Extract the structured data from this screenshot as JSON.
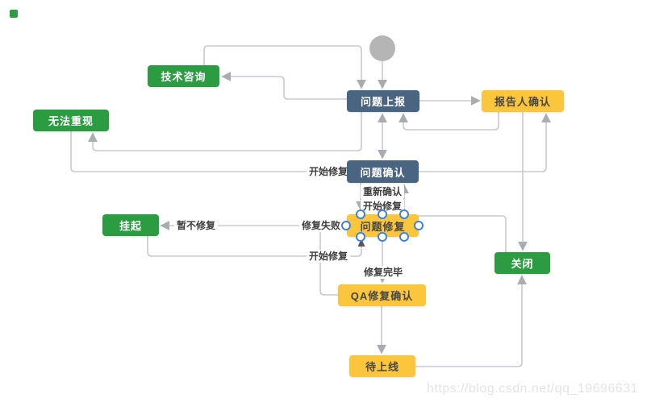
{
  "diagram": {
    "nodes": {
      "start": {
        "shape": "circle",
        "label": ""
      },
      "tech_consult": {
        "label": "技术咨询",
        "color": "green"
      },
      "issue_report": {
        "label": "问题上报",
        "color": "slate"
      },
      "reporter_confirm": {
        "label": "报告人确认",
        "color": "yellow"
      },
      "cannot_reproduce": {
        "label": "无法重现",
        "color": "green"
      },
      "issue_confirm": {
        "label": "问题确认",
        "color": "slate"
      },
      "suspend": {
        "label": "挂起",
        "color": "green"
      },
      "issue_fix": {
        "label": "问题修复",
        "color": "yellow"
      },
      "close": {
        "label": "关闭",
        "color": "green"
      },
      "qa_fix_confirm": {
        "label": "QA修复确认",
        "color": "yellow"
      },
      "pending_release": {
        "label": "待上线",
        "color": "yellow"
      }
    },
    "edge_labels": {
      "start_fix_left": "开始修复",
      "reconfirm": "重新确认",
      "start_fix_mid": "开始修复",
      "fix_failed": "修复失败",
      "no_fix_for_now": "暂不修复",
      "start_fix_bottom": "开始修复",
      "fix_complete": "修复完毕"
    },
    "edges": [
      {
        "from": "start",
        "to": "问题上报",
        "label": ""
      },
      {
        "from": "技术咨询",
        "to": "问题上报",
        "label": ""
      },
      {
        "from": "问题上报",
        "to": "技术咨询",
        "label": ""
      },
      {
        "from": "问题上报",
        "to": "报告人确认",
        "label": ""
      },
      {
        "from": "问题上报",
        "to": "无法重现",
        "label": ""
      },
      {
        "from": "无法重现",
        "to": "问题确认",
        "label": "开始修复"
      },
      {
        "from": "问题上报",
        "to": "问题确认",
        "label": ""
      },
      {
        "from": "问题确认",
        "to": "问题上报",
        "label": ""
      },
      {
        "from": "报告人确认",
        "to": "问题上报",
        "label": ""
      },
      {
        "from": "报告人确认",
        "to": "关闭",
        "label": ""
      },
      {
        "from": "问题确认",
        "to": "报告人确认",
        "label": ""
      },
      {
        "from": "问题确认",
        "to": "问题修复",
        "label": "开始修复"
      },
      {
        "from": "问题修复",
        "to": "问题确认",
        "label": "重新确认"
      },
      {
        "from": "问题修复",
        "to": "挂起",
        "label": "暂不修复"
      },
      {
        "from": "QA修复确认",
        "to": "问题修复",
        "label": "修复失败"
      },
      {
        "from": "挂起",
        "to": "问题修复",
        "label": "开始修复"
      },
      {
        "from": "问题修复",
        "to": "QA修复确认",
        "label": "修复完毕"
      },
      {
        "from": "QA修复确认",
        "to": "待上线",
        "label": ""
      },
      {
        "from": "待上线",
        "to": "关闭",
        "label": ""
      },
      {
        "from": "问题修复",
        "to": "关闭",
        "label": ""
      }
    ],
    "colors": {
      "green": "#2B9C42",
      "slate": "#4A6582",
      "yellow": "#FBC63C",
      "line": "#C7CACD",
      "arrow": "#A9ADB2",
      "dark_arrow": "#555A60",
      "handle_ring": "#3F83D8",
      "start_node": "#B5B5B5"
    },
    "watermark": "https://blog.csdn.net/qq_19696631"
  }
}
